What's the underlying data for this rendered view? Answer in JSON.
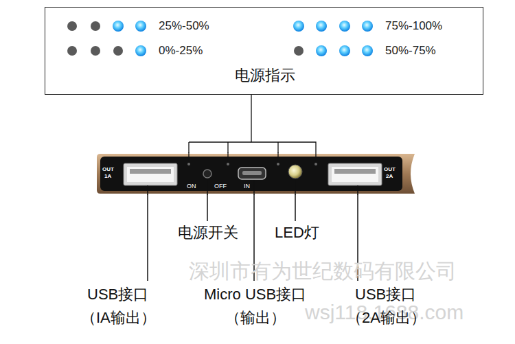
{
  "diagram": {
    "nodes": [
      {
        "text": [
          "25%-50%",
          "75%-100%",
          "0%-25%",
          "50%-75%",
          "电源指示"
        ]
      },
      {
        "text": [
          "OUT",
          "1A",
          "ON",
          "OFF",
          "IN",
          "OUT",
          "2A"
        ]
      }
    ],
    "edges": [
      {
        "from": 0,
        "to": 1,
        "arrow": "none"
      }
    ],
    "labels": [
      "电源开关",
      "LED灯",
      "深圳市有为世纪数码有限公司",
      "USB接口",
      "Micro USB接口",
      "USB接口",
      "wsj118.1688.com",
      "（IA输出）",
      "（输出）",
      "（2A输出）"
    ]
  }
}
